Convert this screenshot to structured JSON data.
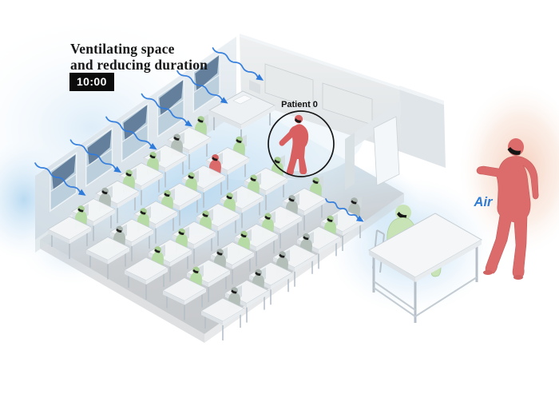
{
  "header": {
    "title_line1": "Ventilating space",
    "title_line2": "and reducing duration",
    "time_badge": "10:00"
  },
  "labels": {
    "patient_zero": "Patient 0",
    "air": "Air"
  },
  "palette": {
    "air_flow_blue": "#2f7bdc",
    "infected_red": "#db6a6a",
    "healthy_green": "#b7dba4",
    "healthy_green_shaded": "#b3bfb8",
    "mask_black": "#1b1b1b",
    "glow_blue": "#bcdcf2",
    "glow_warm": "#f2c4ae",
    "wall_gray": "#e3eaef",
    "floor_blue": "#cfe4f4",
    "floor_gray": "#c9cccf",
    "window_pane": "#5e7a98",
    "desk_top": "#f3f5f7"
  },
  "classroom": {
    "windows": 5,
    "inflow_arrows": 6,
    "outflow_arrows": 1,
    "student_grid": {
      "cols": 5,
      "rows": 6
    },
    "infected_seats": [
      {
        "col": 1,
        "row": 1
      }
    ],
    "shaded_seats": [
      {
        "col": 0,
        "row": 1
      },
      {
        "col": 0,
        "row": 4
      },
      {
        "col": 1,
        "row": 5
      },
      {
        "col": 3,
        "row": 1
      },
      {
        "col": 3,
        "row": 4
      },
      {
        "col": 4,
        "row": 0
      },
      {
        "col": 4,
        "row": 2
      },
      {
        "col": 4,
        "row": 3
      },
      {
        "col": 4,
        "row": 4
      },
      {
        "col": 4,
        "row": 5
      }
    ],
    "patient_zero_standing": true,
    "teacher_desk_occupied": false
  },
  "inset": {
    "adult_status": "infected",
    "student_status": "healthy"
  }
}
